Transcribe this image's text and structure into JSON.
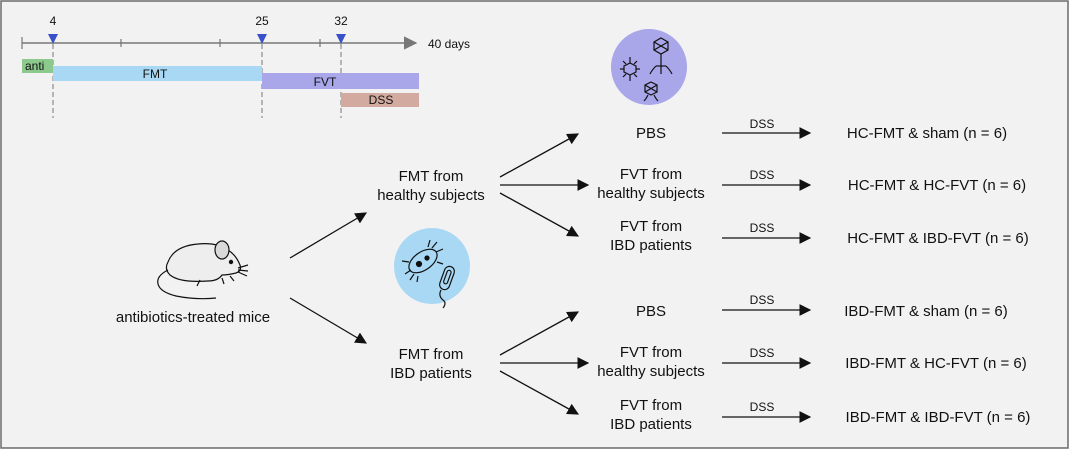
{
  "timeline": {
    "ticks": [
      "4",
      "25",
      "32"
    ],
    "end_label": "40 days",
    "bars": {
      "anti": "anti",
      "fmt": "FMT",
      "fvt": "FVT",
      "dss": "DSS"
    },
    "colors": {
      "anti": "#8cc98c",
      "fmt": "#a9d8f5",
      "fvt": "#a9a6ea",
      "dss": "#d2aaa0",
      "marker": "#3b4fc8"
    }
  },
  "start": {
    "label": "antibiotics-treated mice",
    "icon": "mouse-icon"
  },
  "groups": [
    {
      "label_line1": "FMT from",
      "label_line2": "healthy subjects",
      "branches": [
        {
          "line1": "PBS",
          "line2": "",
          "arrow_label": "DSS",
          "result": "HC-FMT & sham (n = 6)"
        },
        {
          "line1": "FVT from",
          "line2": "healthy subjects",
          "arrow_label": "DSS",
          "result": "HC-FMT & HC-FVT (n = 6)"
        },
        {
          "line1": "FVT from",
          "line2": "IBD patients",
          "arrow_label": "DSS",
          "result": "HC-FMT & IBD-FVT (n = 6)"
        }
      ]
    },
    {
      "label_line1": "FMT from",
      "label_line2": "IBD patients",
      "branches": [
        {
          "line1": "PBS",
          "line2": "",
          "arrow_label": "DSS",
          "result": "IBD-FMT & sham (n = 6)"
        },
        {
          "line1": "FVT from",
          "line2": "healthy subjects",
          "arrow_label": "DSS",
          "result": "IBD-FMT & HC-FVT (n = 6)"
        },
        {
          "line1": "FVT from",
          "line2": "IBD patients",
          "arrow_label": "DSS",
          "result": "IBD-FMT & IBD-FVT (n = 6)"
        }
      ]
    }
  ],
  "icons": {
    "virus_circle": {
      "name": "phage-icon",
      "color": "#a9a6ea"
    },
    "bacteria_circle": {
      "name": "bacteria-icon",
      "color": "#a9d8f5"
    }
  }
}
